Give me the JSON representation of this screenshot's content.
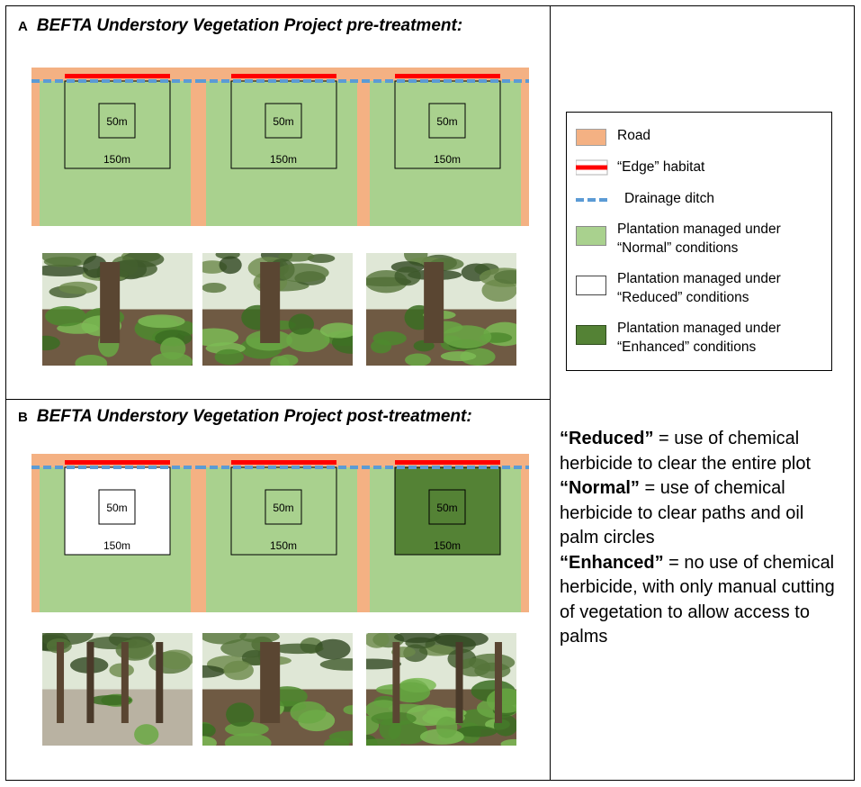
{
  "panel_a": {
    "letter": "A",
    "title": "BEFTA Understory Vegetation Project pre-treatment:",
    "plots": [
      {
        "inner_label": "50m",
        "outer_label": "150m",
        "treatment": "normal"
      },
      {
        "inner_label": "50m",
        "outer_label": "150m",
        "treatment": "normal"
      },
      {
        "inner_label": "50m",
        "outer_label": "150m",
        "treatment": "normal"
      }
    ],
    "photos": [
      "normal",
      "normal",
      "normal"
    ]
  },
  "panel_b": {
    "letter": "B",
    "title": "BEFTA Understory Vegetation Project post-treatment:",
    "plots": [
      {
        "inner_label": "50m",
        "outer_label": "150m",
        "treatment": "reduced"
      },
      {
        "inner_label": "50m",
        "outer_label": "150m",
        "treatment": "normal"
      },
      {
        "inner_label": "50m",
        "outer_label": "150m",
        "treatment": "enhanced"
      }
    ],
    "photos": [
      "reduced",
      "normal",
      "enhanced"
    ]
  },
  "legend": {
    "road": "Road",
    "edge": "“Edge” habitat",
    "ditch": "Drainage ditch",
    "normal_l1": "Plantation managed under",
    "normal_l2": "“Normal” conditions",
    "reduced_l1": "Plantation managed under",
    "reduced_l2": "“Reduced” conditions",
    "enhanced_l1": "Plantation managed under",
    "enhanced_l2": "“Enhanced” conditions"
  },
  "definitions": {
    "reduced_term": "“Reduced”",
    "reduced_text": " = use of chemical herbicide to clear the entire plot",
    "normal_term": "“Normal”",
    "normal_text": " = use of chemical herbicide to clear paths and oil palm circles",
    "enhanced_term": "“Enhanced”",
    "enhanced_text": " = no use of chemical herbicide, with only manual cutting of vegetation to allow access to palms"
  },
  "colors": {
    "road": "#f4b183",
    "normal": "#a9d18e",
    "reduced": "#ffffff",
    "enhanced": "#548235",
    "edge": "#ff0000",
    "ditch": "#5b9bd5"
  }
}
